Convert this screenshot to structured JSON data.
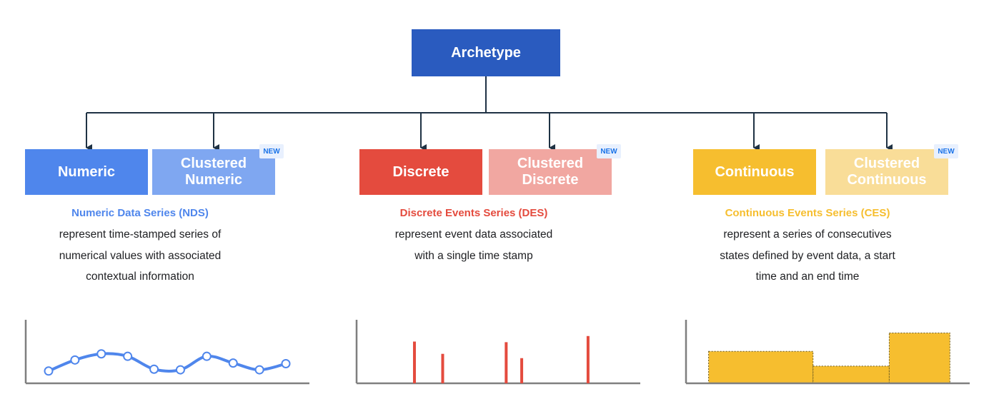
{
  "colors": {
    "root": "#2A5BBF",
    "connector": "#1F3244",
    "numeric": "#4F86EC",
    "numeric_light": "#7FA7F1",
    "discrete": "#E44B3E",
    "discrete_light": "#F1A7A1",
    "continuous": "#F6BE2F",
    "continuous_light": "#F9DD98",
    "badge_bg": "#E8F0FE",
    "badge_text": "#1A73E8",
    "axis": "#7F7F7F",
    "text": "#202124"
  },
  "root": {
    "label": "Archetype"
  },
  "badge_label": "NEW",
  "groups": [
    {
      "key": "numeric",
      "primary": "Numeric",
      "secondary": "Clustered\nNumeric",
      "series_title": "Numeric Data Series (NDS)",
      "description": "represent time-stamped series of\nnumerical values with associated\ncontextual information"
    },
    {
      "key": "discrete",
      "primary": "Discrete",
      "secondary": "Clustered\nDiscrete",
      "series_title": "Discrete Events Series (DES)",
      "description": "represent event data associated\nwith a single time stamp"
    },
    {
      "key": "continuous",
      "primary": "Continuous",
      "secondary": "Clustered\nContinuous",
      "series_title": "Continuous Events Series (CES)",
      "description": "represent a series of consecutives\nstates defined by event data, a start\ntime and an end time"
    }
  ],
  "chart_data": [
    {
      "type": "line",
      "x": [
        0,
        1,
        2,
        3,
        4,
        5,
        6,
        7,
        8,
        9
      ],
      "values": [
        20,
        38,
        48,
        44,
        23,
        22,
        44,
        33,
        22,
        32
      ],
      "ylim": [
        0,
        100
      ],
      "xlabel": "",
      "ylabel": "",
      "title": ""
    },
    {
      "type": "bar",
      "x": [
        0.205,
        0.305,
        0.53,
        0.585,
        0.82
      ],
      "values": [
        68,
        48,
        67,
        41,
        77
      ],
      "ylim": [
        0,
        100
      ],
      "xlabel": "",
      "ylabel": "",
      "title": ""
    },
    {
      "type": "bar",
      "segments": [
        {
          "start": 0.08,
          "end": 0.45,
          "value": 52
        },
        {
          "start": 0.45,
          "end": 0.72,
          "value": 28
        },
        {
          "start": 0.72,
          "end": 0.935,
          "value": 82
        }
      ],
      "ylim": [
        0,
        100
      ],
      "xlabel": "",
      "ylabel": "",
      "title": ""
    }
  ]
}
